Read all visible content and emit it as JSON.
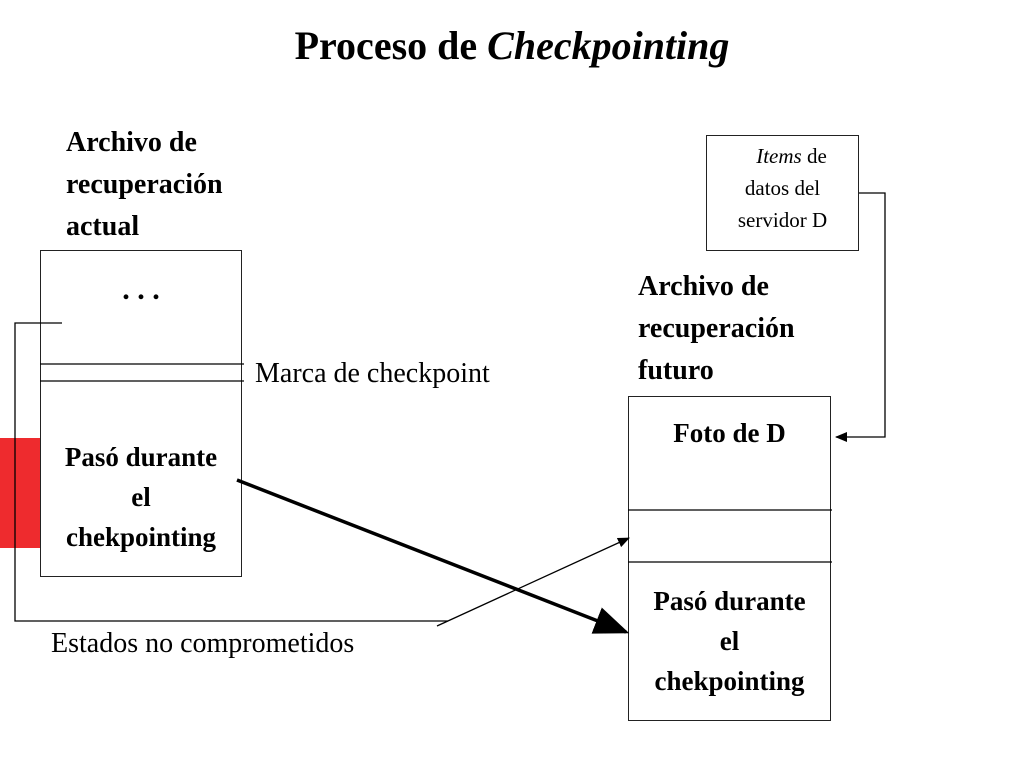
{
  "title": {
    "prefix": "Proceso de ",
    "italic": "Checkpointing"
  },
  "current_file": {
    "heading": [
      "Archivo de",
      "recuperación",
      "actual"
    ],
    "ellipsis": ". . .",
    "section": [
      "Pasó durante",
      "el",
      "chekpointing"
    ]
  },
  "checkpoint_mark": "Marca de checkpoint",
  "server_items": {
    "italic": "Items",
    "rest_1": " de",
    "line_2": "datos del",
    "line_3": "servidor D"
  },
  "future_file": {
    "heading": [
      "Archivo de",
      "recuperación",
      "futuro"
    ],
    "snapshot": "Foto de D",
    "section": [
      "Pasó durante",
      "el",
      "chekpointing"
    ]
  },
  "uncommitted_states": "Estados no comprometidos",
  "colors": {
    "accent": "#ee2b2e",
    "stroke": "#000000"
  }
}
